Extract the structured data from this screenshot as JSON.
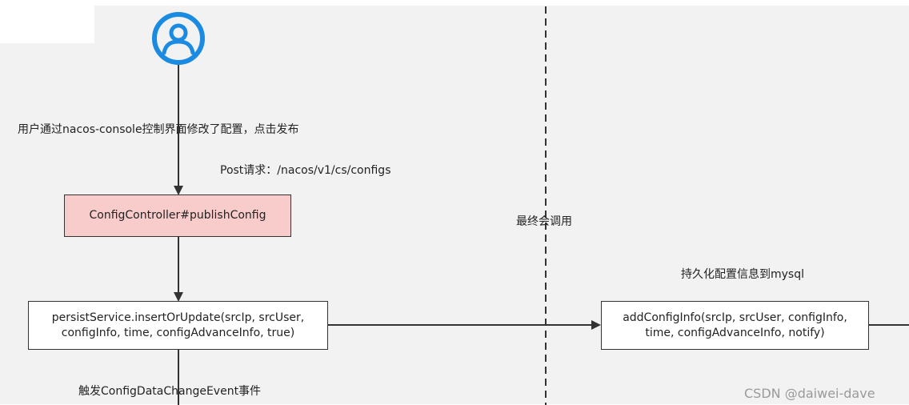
{
  "user_label": "用户通过nacos-console控制界面修改了配置，点击发布",
  "request_label": "Post请求：/nacos/v1/cs/configs",
  "controller_box": "ConfigController#publishConfig",
  "divider_label": "最终会调用",
  "persist_label": "持久化配置信息到mysql",
  "persist_service_box": "persistService.insertOrUpdate(srcIp, srcUser,\nconfigInfo, time, configAdvanceInfo, true)",
  "add_config_box": "addConfigInfo(srcIp, srcUser, configInfo,\ntime, configAdvanceInfo, notify)",
  "event_label": "触发ConfigDataChangeEvent事件",
  "watermark": "CSDN @daiwei-dave",
  "colors": {
    "user_icon": "#1a8be0",
    "controller_fill": "#f9cccc",
    "line": "#333333"
  },
  "icons": {
    "user": "user-circle-icon"
  }
}
